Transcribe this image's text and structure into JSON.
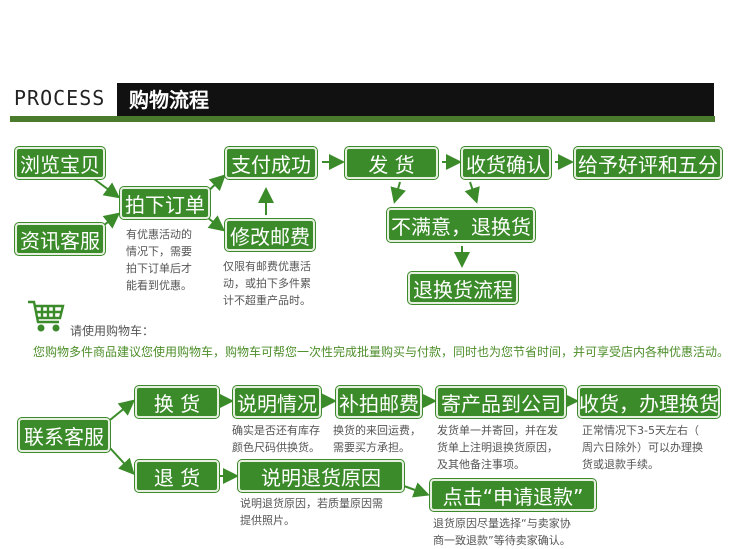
{
  "header": {
    "process_label": "PROCESS",
    "title": "购物流程"
  },
  "flow1": {
    "browse": "浏览宝贝",
    "consult": "资讯客服",
    "order": "拍下订单",
    "order_note": [
      "有优惠活动的",
      "情况下，需要",
      "拍下订单后才",
      "能看到优惠。"
    ],
    "pay": "支付成功",
    "modify": "修改邮费",
    "modify_note": [
      "仅限有邮费优惠活",
      "动，或拍下多件累",
      "计不超重产品时。"
    ],
    "ship": "发 货",
    "confirm": "收货确认",
    "review": "给予好评和五分",
    "unsatisfied": "不满意，退换货",
    "return_flow": "退换货流程"
  },
  "cart": {
    "title": "请使用购物车：",
    "desc": "您购物多件商品建议您使用购物车，购物车可帮您一次性完成批量购买与付款，同时也为您节省时间，并可享受店内各种优惠活动。"
  },
  "flow2": {
    "contact": "联系客服",
    "exchange": "换 货",
    "explain": "说明情况",
    "explain_note": [
      "确实是否还有库存",
      "颜色尺码供换货。"
    ],
    "postage": "补拍邮费",
    "postage_note": [
      "换货的来回运费，",
      "需要买方承担。"
    ],
    "send": "寄产品到公司",
    "send_note": [
      "发货单一并寄回，并在发",
      "货单上注明退换货原因，",
      "及其他备注事项。"
    ],
    "receive": "收货，办理换货",
    "receive_note": [
      "正常情况下3-5天左右（",
      "周六日除外）可以办理换",
      "货或退款手续。"
    ],
    "refund": "退 货",
    "reason": "说明退货原因",
    "reason_note": [
      "说明退货原因，若质量原因需",
      "提供照片。"
    ],
    "apply": "点击“申请退款”",
    "apply_note": [
      "退货原因尽量选择“与卖家协",
      "商一致退款”等待卖家确认。"
    ]
  }
}
